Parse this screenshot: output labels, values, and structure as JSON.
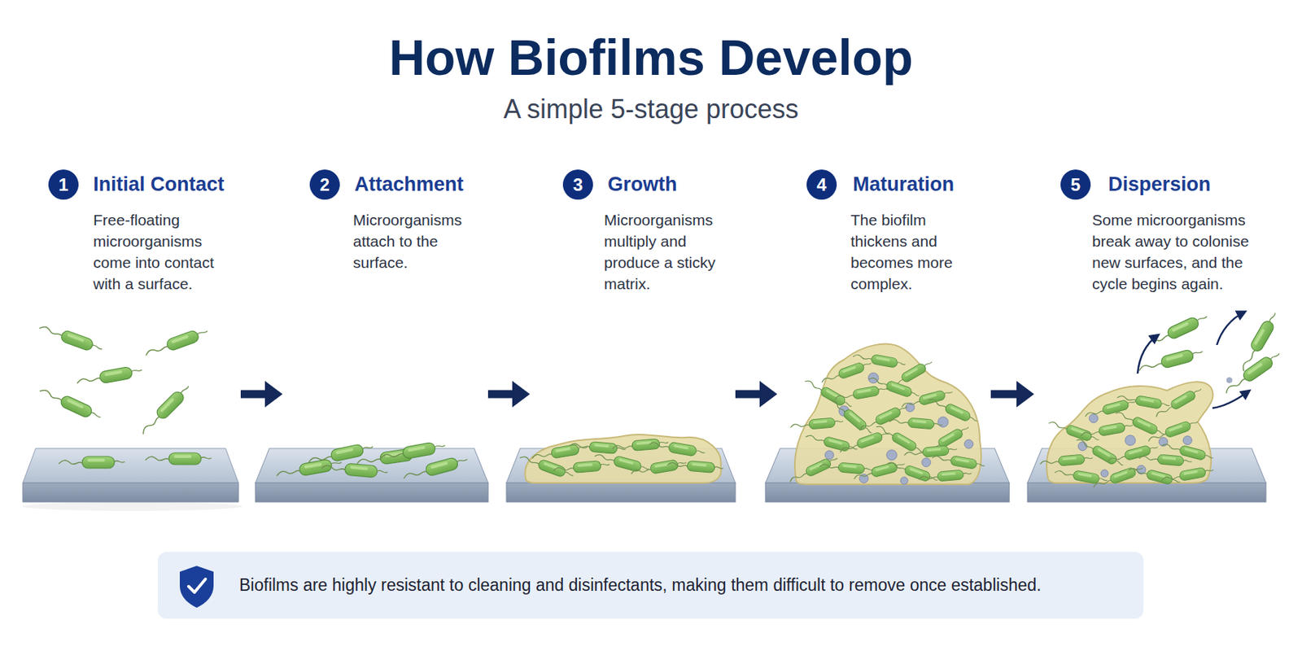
{
  "diagram": {
    "title": "How Biofilms Develop",
    "nodes": [
      {
        "text": [
          "1",
          "Initial Contact",
          "Free-floating microorganisms come into contact with a surface."
        ]
      },
      {
        "text": [
          "2",
          "Attachment",
          "Microorganisms attach to the surface."
        ]
      },
      {
        "text": [
          "3",
          "Growth",
          "Microorganisms multiply and produce a sticky matrix."
        ]
      },
      {
        "text": [
          "4",
          "Maturation",
          "The biofilm thickens and becomes more complex."
        ]
      },
      {
        "text": [
          "5",
          "Dispersion",
          "Some microorganisms break away to colonise new surfaces, and the cycle begins again."
        ]
      },
      {
        "text": [
          "Biofilms are highly resistant to cleaning and disinfectants, making them difficult to remove once established."
        ]
      }
    ],
    "edges": [
      {
        "from": 0,
        "to": 1,
        "arrow": "to"
      },
      {
        "from": 1,
        "to": 2,
        "arrow": "to"
      },
      {
        "from": 2,
        "to": 3,
        "arrow": "to"
      },
      {
        "from": 3,
        "to": 4,
        "arrow": "to"
      }
    ],
    "labels": [
      "A simple 5-stage process"
    ]
  }
}
